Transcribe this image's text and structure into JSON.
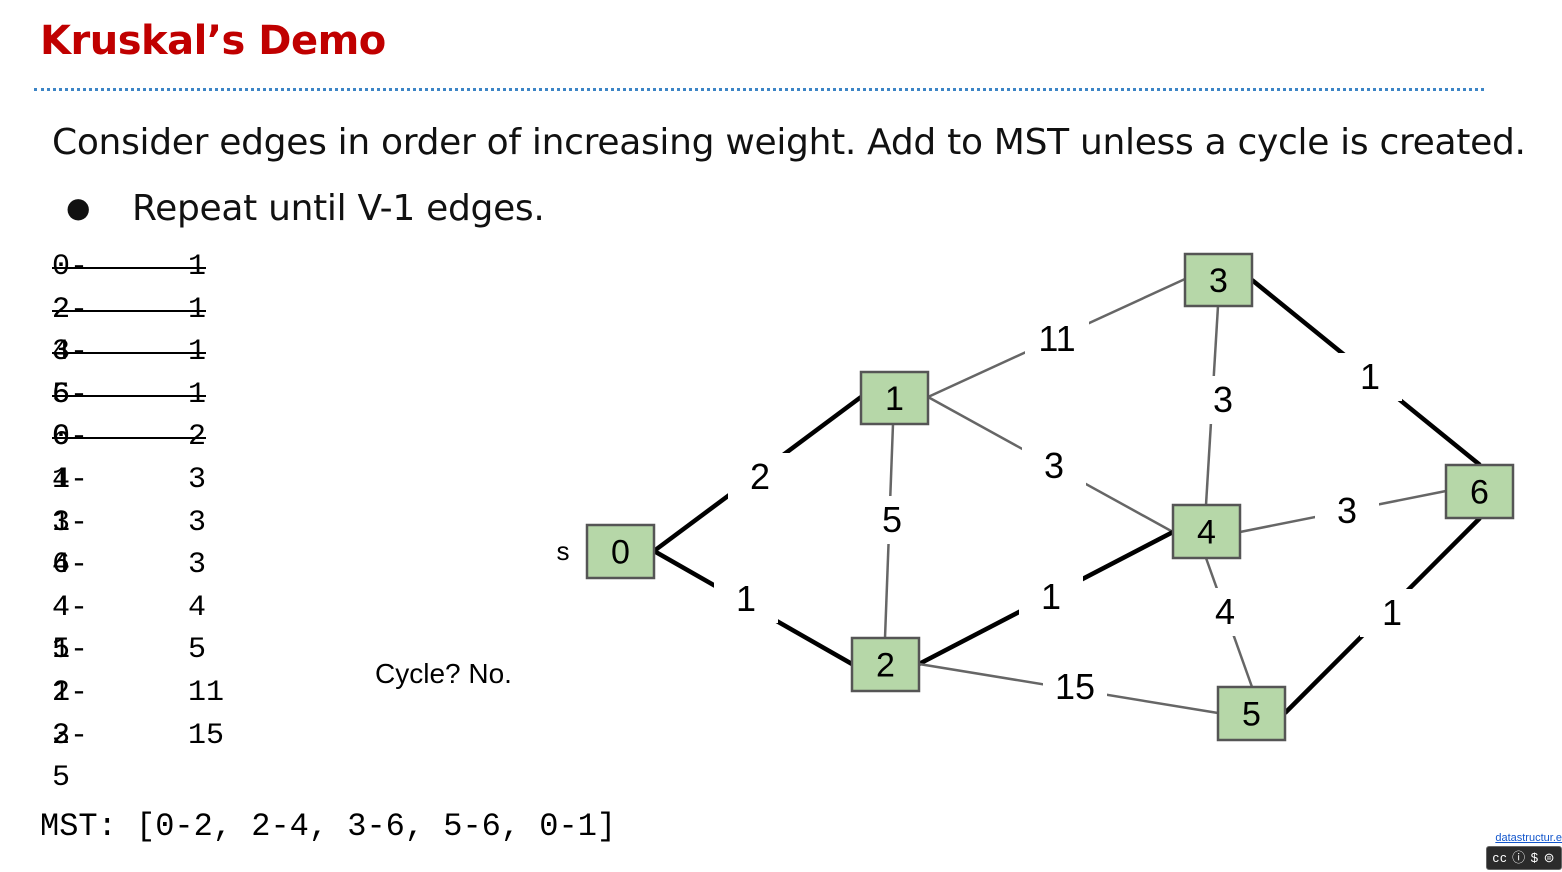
{
  "slide": {
    "title": "Kruskal’s Demo",
    "intro": "Consider edges in order of increasing weight. Add to MST unless a cycle is created.",
    "bullet_symbol": "●",
    "bullet": "Repeat until V-1 edges.",
    "cycle_note": "Cycle? No.",
    "mst_line": "MST: [0-2, 2-4, 3-6, 5-6, 0-1]",
    "credit_link": "datastructur.e",
    "license_badge": "cc ⓘ $ ⊜"
  },
  "edge_list": [
    {
      "edge": "0-2",
      "weight": "1",
      "struck": true
    },
    {
      "edge": "2-4",
      "weight": "1",
      "struck": true
    },
    {
      "edge": "3-6",
      "weight": "1",
      "struck": true
    },
    {
      "edge": "5-6",
      "weight": "1",
      "struck": true
    },
    {
      "edge": "0-1",
      "weight": "2",
      "struck": true
    },
    {
      "edge": "4-1",
      "weight": "3",
      "struck": false
    },
    {
      "edge": "3-4",
      "weight": "3",
      "struck": false
    },
    {
      "edge": "6-4",
      "weight": "3",
      "struck": false
    },
    {
      "edge": "4-5",
      "weight": "4",
      "struck": false
    },
    {
      "edge": "1-2",
      "weight": "5",
      "struck": false
    },
    {
      "edge": "1-3",
      "weight": "11",
      "struck": false
    },
    {
      "edge": "2-5",
      "weight": "15",
      "struck": false
    }
  ],
  "graph": {
    "source_label": "s",
    "node_fill": "#b6d7a8",
    "node_border": "#555555",
    "mst_edge_color": "#000000",
    "other_edge_color": "#666666",
    "nodes": [
      "0",
      "1",
      "2",
      "3",
      "4",
      "5",
      "6"
    ],
    "edges": [
      {
        "from": "0",
        "to": "1",
        "weight": "2",
        "in_mst": true
      },
      {
        "from": "0",
        "to": "2",
        "weight": "1",
        "in_mst": true
      },
      {
        "from": "1",
        "to": "2",
        "weight": "5",
        "in_mst": false
      },
      {
        "from": "1",
        "to": "3",
        "weight": "11",
        "in_mst": false
      },
      {
        "from": "1",
        "to": "4",
        "weight": "3",
        "in_mst": false
      },
      {
        "from": "2",
        "to": "4",
        "weight": "1",
        "in_mst": true
      },
      {
        "from": "2",
        "to": "5",
        "weight": "15",
        "in_mst": false
      },
      {
        "from": "3",
        "to": "4",
        "weight": "3",
        "in_mst": false
      },
      {
        "from": "3",
        "to": "6",
        "weight": "1",
        "in_mst": true
      },
      {
        "from": "4",
        "to": "6",
        "weight": "3",
        "in_mst": false
      },
      {
        "from": "4",
        "to": "5",
        "weight": "4",
        "in_mst": false
      },
      {
        "from": "5",
        "to": "6",
        "weight": "1",
        "in_mst": true
      }
    ]
  }
}
